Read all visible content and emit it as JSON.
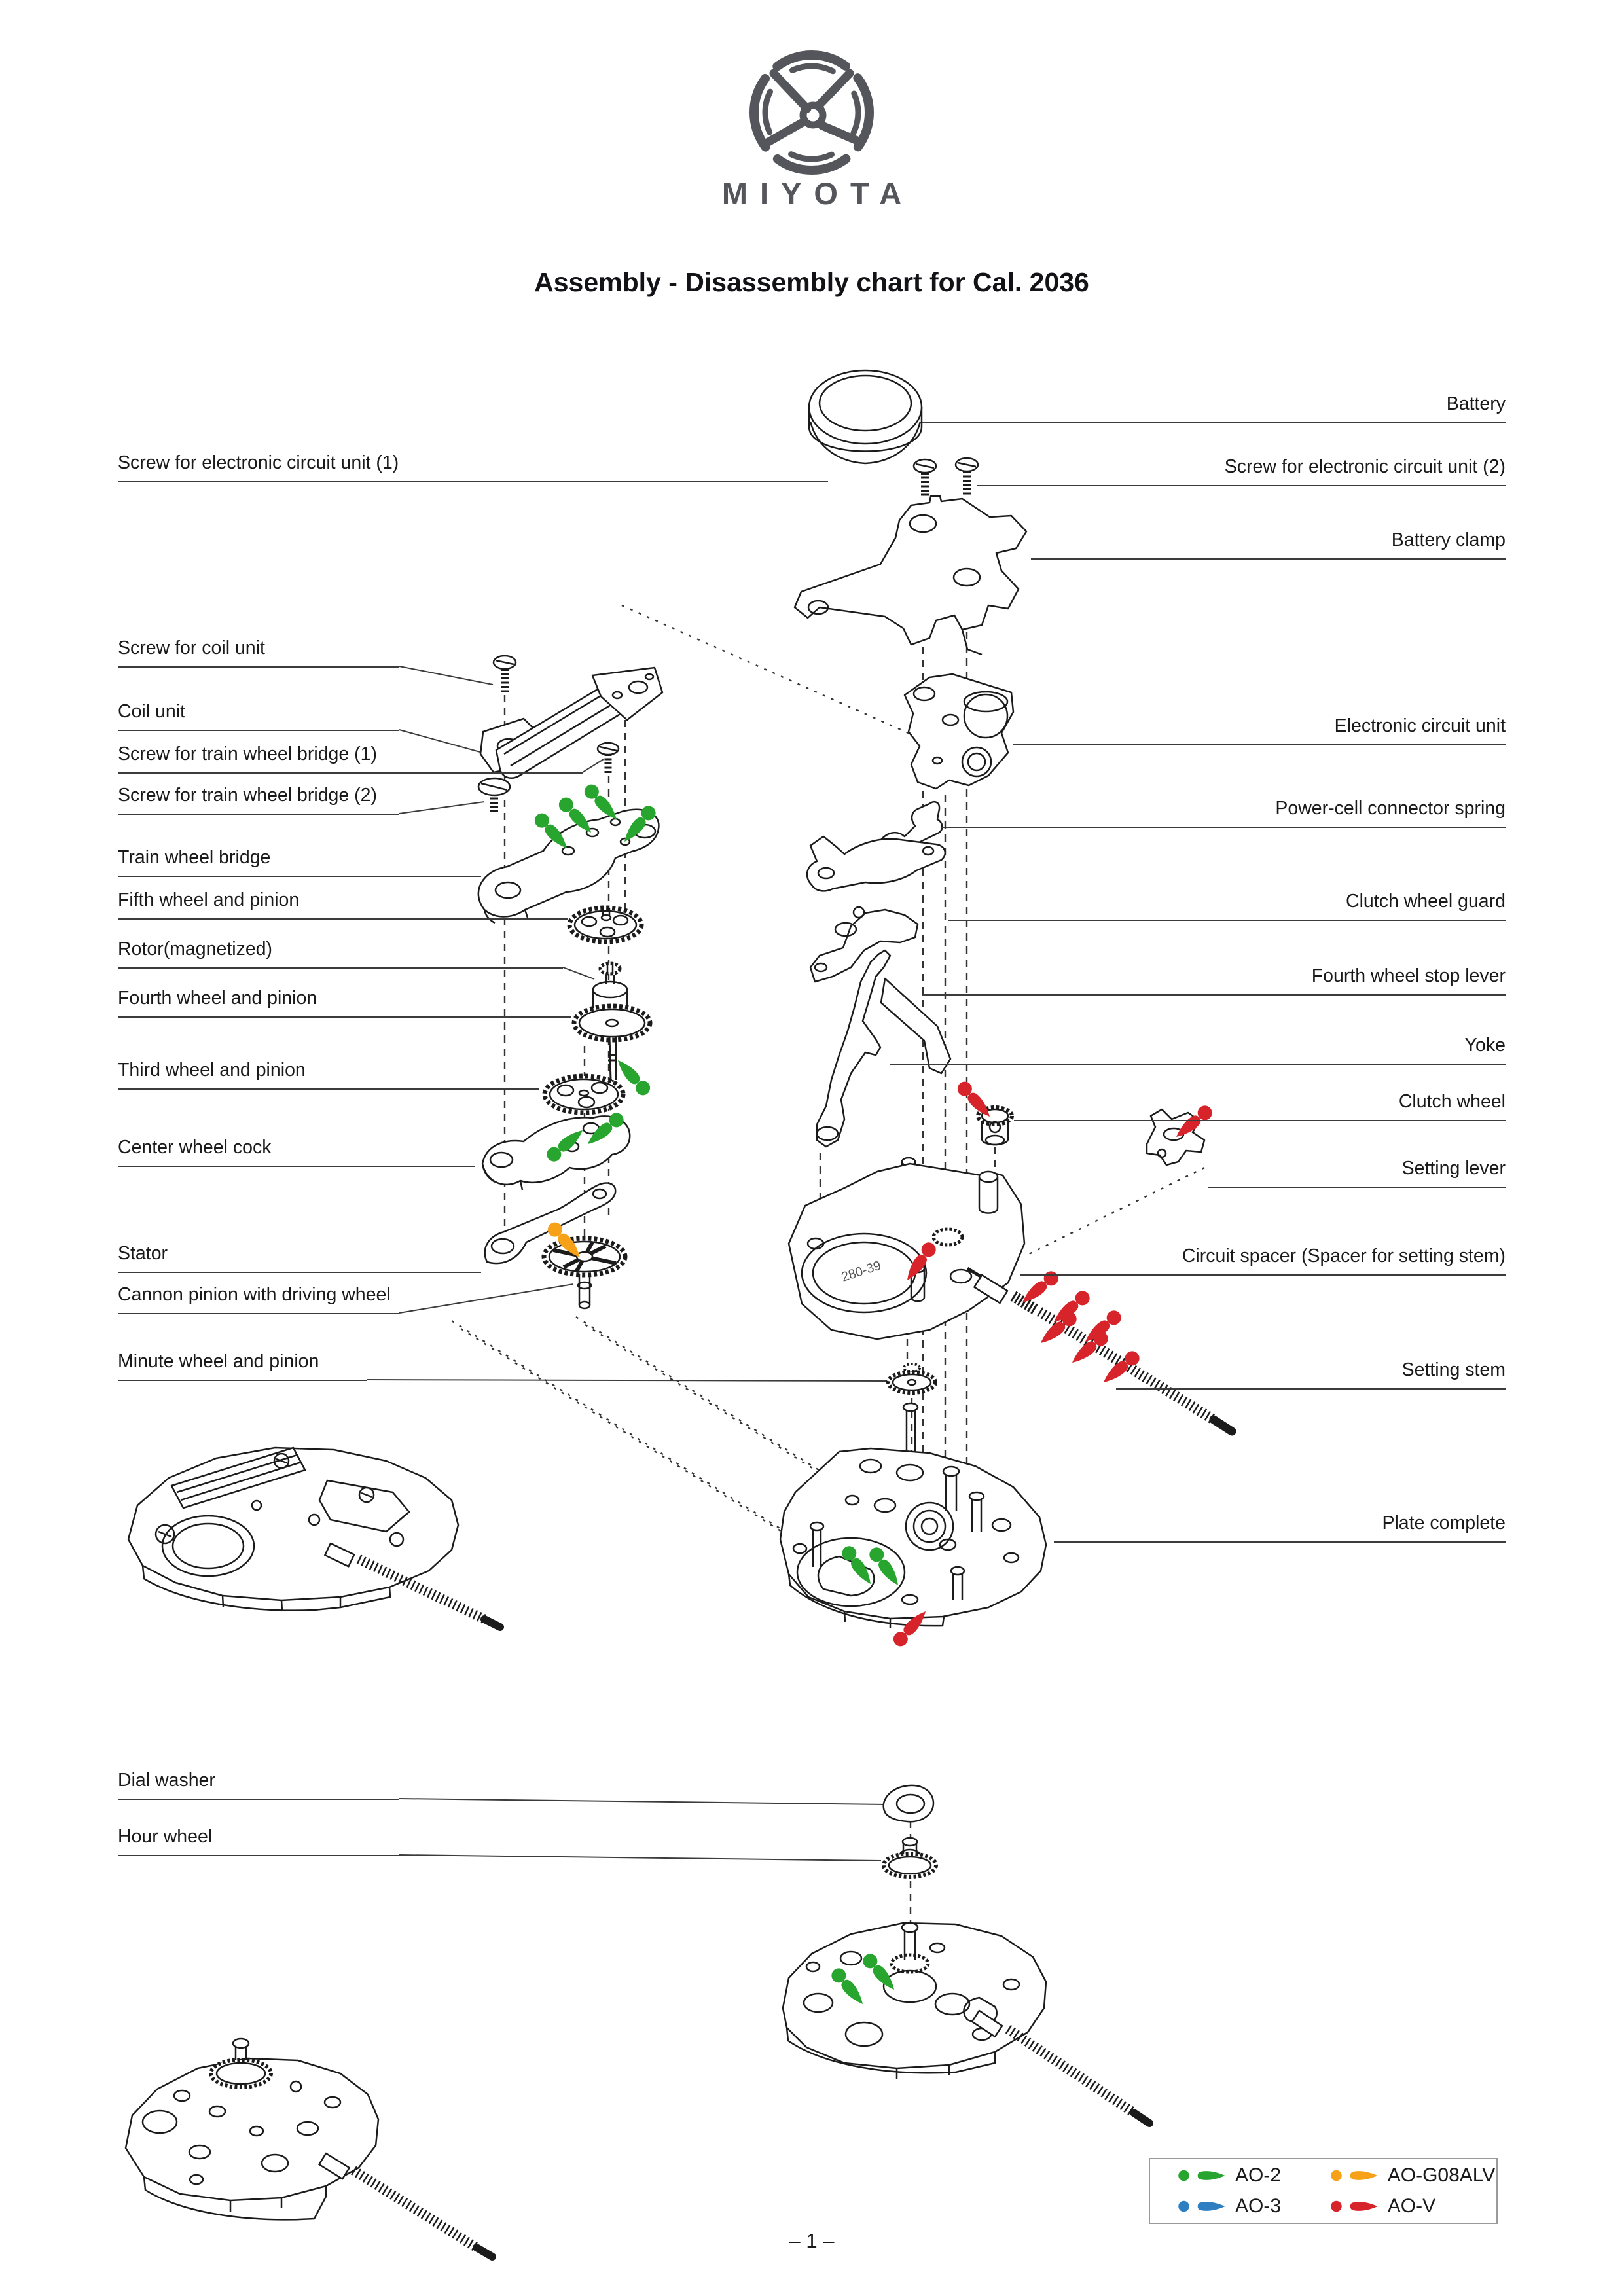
{
  "brand": {
    "name": "MIYOTA",
    "logo_color": "#55565b"
  },
  "title": "Assembly - Disassembly chart for Cal. 2036",
  "labels": {
    "left": [
      {
        "text": "Screw for electronic circuit unit (1)"
      },
      {
        "text": "Screw for coil unit"
      },
      {
        "text": "Coil unit"
      },
      {
        "text": "Screw for train wheel bridge (1)"
      },
      {
        "text": "Screw for train wheel bridge (2)"
      },
      {
        "text": "Train wheel bridge"
      },
      {
        "text": "Fifth wheel and pinion"
      },
      {
        "text": "Rotor(magnetized)"
      },
      {
        "text": "Fourth wheel and pinion"
      },
      {
        "text": "Third wheel and pinion"
      },
      {
        "text": "Center wheel cock"
      },
      {
        "text": "Stator"
      },
      {
        "text": "Cannon pinion with driving wheel"
      },
      {
        "text": "Minute wheel and pinion"
      },
      {
        "text": "Dial washer"
      },
      {
        "text": "Hour wheel"
      }
    ],
    "right": [
      {
        "text": "Battery"
      },
      {
        "text": "Screw for electronic circuit unit (2)"
      },
      {
        "text": "Battery clamp"
      },
      {
        "text": "Electronic circuit unit"
      },
      {
        "text": "Power-cell connector spring"
      },
      {
        "text": "Clutch wheel guard"
      },
      {
        "text": "Fourth wheel stop lever"
      },
      {
        "text": "Yoke"
      },
      {
        "text": "Clutch wheel"
      },
      {
        "text": "Setting lever"
      },
      {
        "text": "Circuit spacer (Spacer for setting stem)"
      },
      {
        "text": "Setting stem"
      },
      {
        "text": "Plate complete"
      }
    ]
  },
  "legend": {
    "items": [
      {
        "code": "AO-2",
        "color": "#28a52e"
      },
      {
        "code": "AO-3",
        "color": "#2d7fc1"
      },
      {
        "code": "AO-G08ALV",
        "color": "#f7a119"
      },
      {
        "code": "AO-V",
        "color": "#d7232a"
      }
    ]
  },
  "diagram": {
    "engraving": "280-39"
  },
  "page": {
    "number_label": "– 1 –"
  }
}
